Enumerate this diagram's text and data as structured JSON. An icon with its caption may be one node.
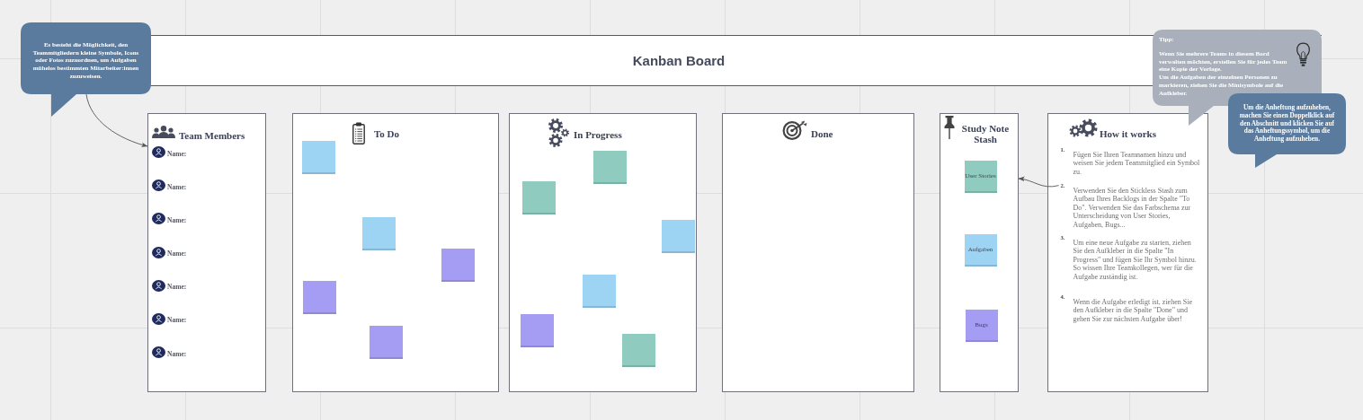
{
  "diagram": {
    "title": "Kanban Board",
    "nodes": [
      {
        "text": [
          "Es besteht die Möglichkeit, den Teammitgliedern kleine Symbole, Icons oder Fotos zuzuordnen, um Aufgaben mühelos bestimmten Mitarbeiter:innen zuzuweisen."
        ]
      },
      {
        "text": [
          "Team Members",
          "Name:",
          "Name:",
          "Name:",
          "Name:",
          "Name:",
          "Name:",
          "Name:"
        ]
      },
      {
        "text": [
          "To Do"
        ]
      },
      {
        "text": [],
        "shape": "box",
        "in": 2
      },
      {
        "text": [],
        "shape": "box",
        "in": 2
      },
      {
        "text": [],
        "shape": "box",
        "in": 2
      },
      {
        "text": [],
        "shape": "box",
        "in": 2
      },
      {
        "text": [],
        "shape": "box",
        "in": 2
      },
      {
        "text": [
          "In Progress"
        ]
      },
      {
        "text": [],
        "shape": "box",
        "in": 8
      },
      {
        "text": [],
        "shape": "box",
        "in": 8
      },
      {
        "text": [],
        "shape": "box",
        "in": 8
      },
      {
        "text": [],
        "shape": "box",
        "in": 8
      },
      {
        "text": [],
        "shape": "box",
        "in": 8
      },
      {
        "text": [],
        "shape": "box",
        "in": 8
      },
      {
        "text": [
          "Done"
        ]
      },
      {
        "text": [
          "Study Note Stash"
        ]
      },
      {
        "text": [
          "User Stories"
        ],
        "in": 16
      },
      {
        "text": [
          "Aufgaben"
        ],
        "in": 16
      },
      {
        "text": [
          "Bugs"
        ],
        "in": 16
      },
      {
        "text": [
          "How it works"
        ]
      },
      {
        "text": [
          "1.",
          "Fügen Sie Ihren Teamnamen hinzu und weisen Sie jedem Teammitglied ein Symbol zu."
        ],
        "in": 20
      },
      {
        "text": [
          "2.",
          "Verwenden Sie den Stickless Stash zum Aufbau Ihres Backlogs in der Spalte \"To Do\". Verwenden Sie das Farbschema zur Unterscheidung von User Stories, Aufgaben, Bugs..."
        ],
        "in": 20
      },
      {
        "text": [
          "3.",
          "Um eine neue Aufgabe zu starten, ziehen Sie den Aufkleber in die Spalte \"In Progress\" und fügen Sie Ihr Symbol hinzu. So wissen Ihre Teamkollegen, wer für die Aufgabe zuständig ist."
        ],
        "in": 20
      },
      {
        "text": [
          "4.",
          "Wenn die Aufgabe erledigt ist, ziehen Sie den Aufkleber in die Spalte \"Done\" und gehen Sie zur nächsten Aufgabe über!"
        ],
        "in": 20
      },
      {
        "text": [
          "Tipp:",
          "Wenn Sie mehrere Teams in diesem Bord verwalten möchten, erstellen Sie für jedes Team eine Kopie der Vorlage.",
          "Um die Aufgaben der einzelnen Personen zu markieren, ziehen Sie die Minisymbole auf die Aufkleber."
        ]
      },
      {
        "text": [
          "Um die Anheftung aufzuheben, machen Sie einen Doppelklick auf den Abschnitt und klicken Sie auf das Anheftungssymbol, um die Anheftung aufzuheben."
        ]
      }
    ],
    "edges": [
      {
        "from": 0,
        "to": 1,
        "arrow": "to"
      },
      {
        "from": 22,
        "to": 16,
        "arrow": "to"
      }
    ]
  }
}
